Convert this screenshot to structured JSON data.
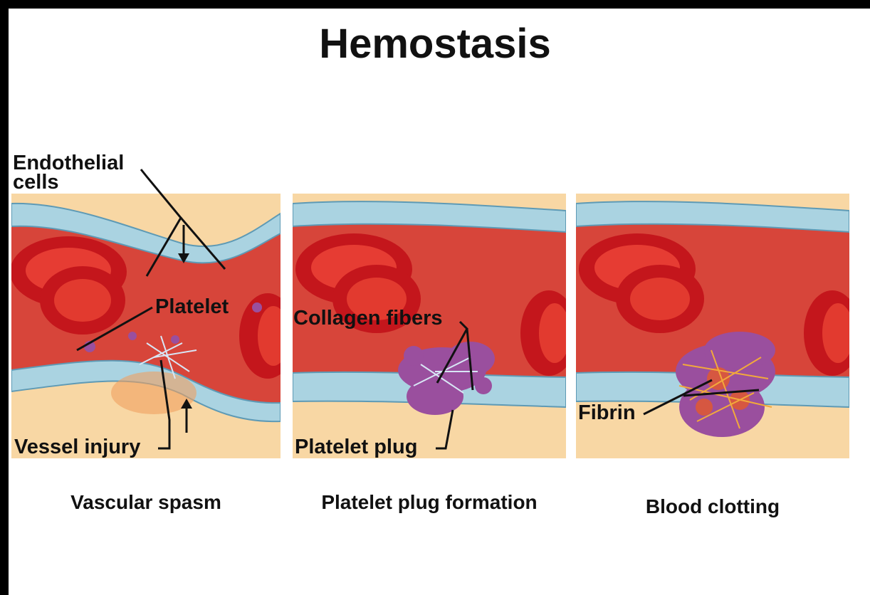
{
  "title": "Hemostasis",
  "labels": {
    "endothelial_line1": "Endothelial",
    "endothelial_line2": "cells",
    "platelet": "Platelet",
    "vessel_injury": "Vessel injury",
    "collagen_fibers": "Collagen fibers",
    "platelet_plug": "Platelet plug",
    "fibrin": "Fibrin"
  },
  "captions": {
    "panel1": "Vascular spasm",
    "panel2": "Platelet plug formation",
    "panel3": "Blood clotting"
  },
  "colors": {
    "background_tissue": "#f8d7a4",
    "vessel_wall": "#a9d3e0",
    "lumen": "#d9483b",
    "red_cell": "#c8171c",
    "platelet": "#9a4f9e",
    "fibrin": "#f2a93b"
  }
}
